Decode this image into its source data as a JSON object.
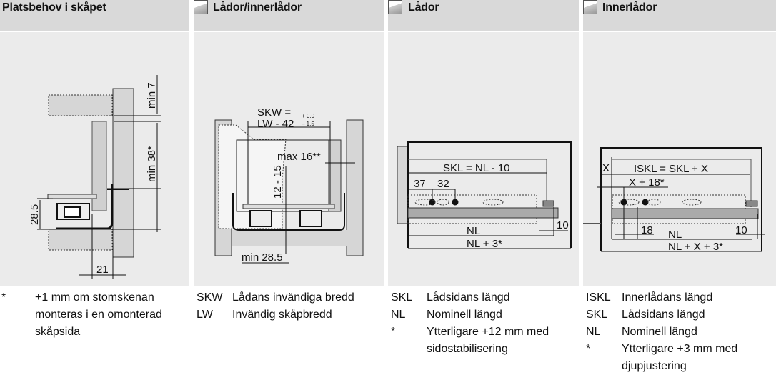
{
  "panels": [
    {
      "title": "Platsbehov i skåpet",
      "has_icon": false,
      "diagram_labels": {
        "min7": "min 7",
        "min38": "min 38*",
        "h285": "28.5",
        "w21": "21"
      },
      "notes": [
        {
          "key": "*",
          "text": "+1 mm om stomskenan monteras i en omonterad skåpsida"
        }
      ]
    },
    {
      "title": "Lådor/innerlådor",
      "has_icon": true,
      "diagram_labels": {
        "skw": "SKW =",
        "lw": "LW - 42",
        "tol_plus": "+ 0.0",
        "tol_minus": "– 1.5",
        "max16": "max 16**",
        "h1215": "12 - 15",
        "min285": "min 28.5"
      },
      "notes": [
        {
          "key": "SKW",
          "text": "Lådans invändiga bredd"
        },
        {
          "key": "LW",
          "text": "Invändig skåpbredd"
        }
      ]
    },
    {
      "title": "Lådor",
      "has_icon": true,
      "diagram_labels": {
        "skl": "SKL = NL - 10",
        "d37": "37",
        "d32": "32",
        "nl": "NL",
        "nl3": "NL + 3*",
        "d10": "10"
      },
      "notes": [
        {
          "key": "SKL",
          "text": "Lådsidans längd"
        },
        {
          "key": "NL",
          "text": "Nominell längd"
        },
        {
          "key": "*",
          "text": "Ytterligare +12 mm med sidostabilisering"
        }
      ]
    },
    {
      "title": "Innerlådor",
      "has_icon": true,
      "diagram_labels": {
        "x": "X",
        "iskl": "ISKL = SKL + X",
        "x18": "X + 18*",
        "d18": "18",
        "nl": "NL",
        "d10": "10",
        "nlx3": "NL + X + 3*"
      },
      "notes": [
        {
          "key": "ISKL",
          "text": "Innerlådans längd"
        },
        {
          "key": "SKL",
          "text": "Lådsidans längd"
        },
        {
          "key": "NL",
          "text": "Nominell längd"
        },
        {
          "key": "*",
          "text": "Ytterligare +3 mm med djupjustering"
        }
      ]
    }
  ]
}
